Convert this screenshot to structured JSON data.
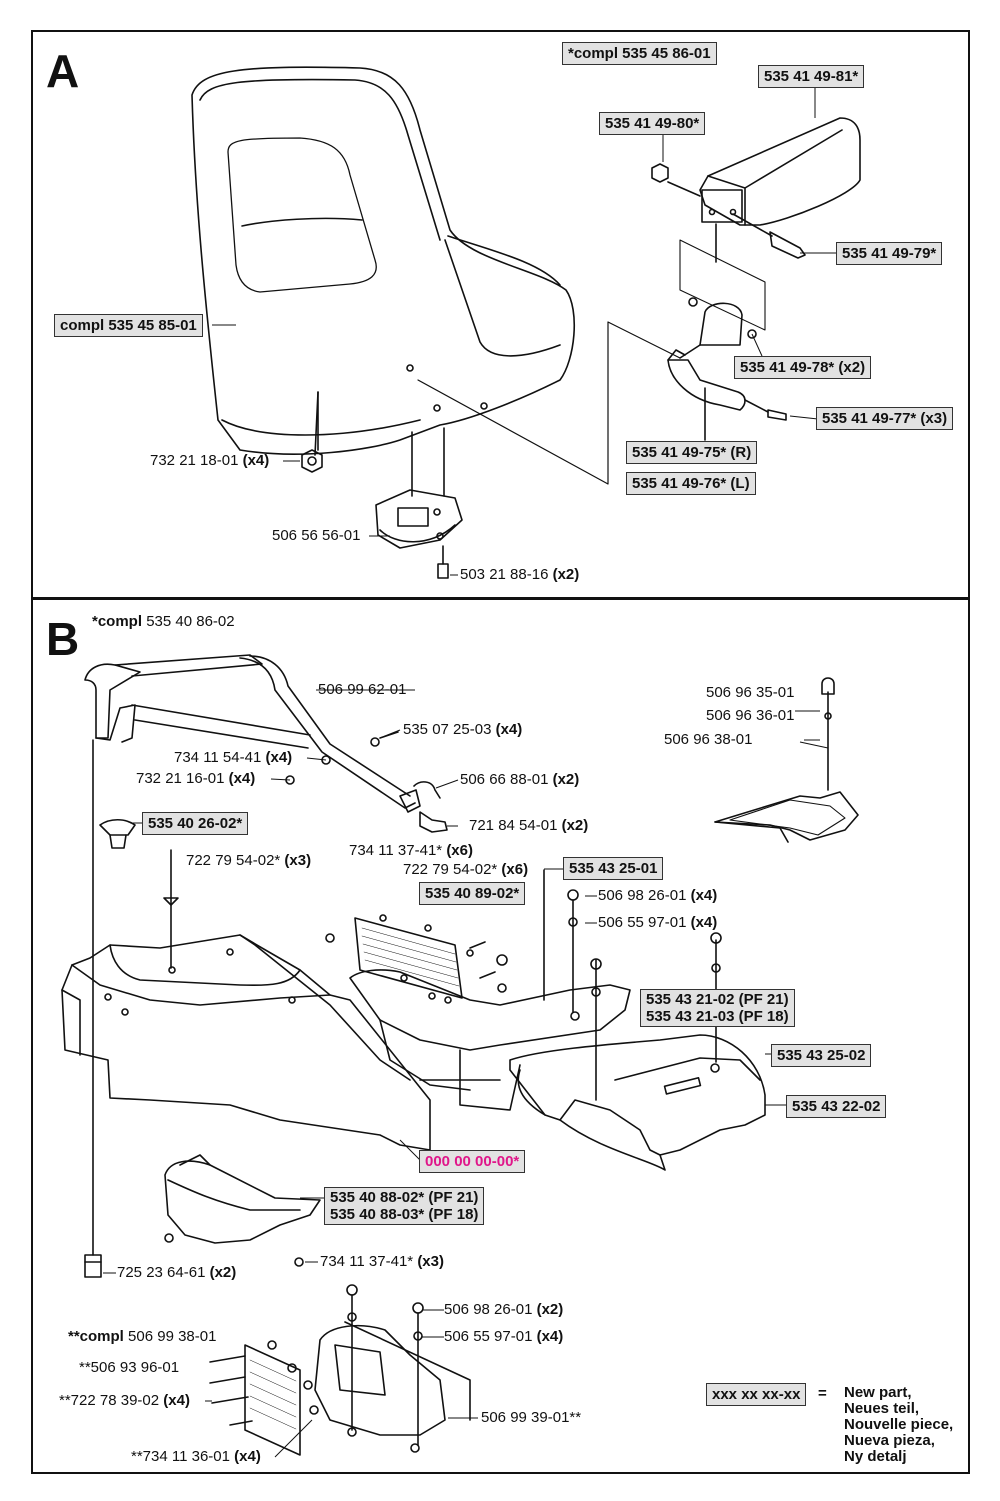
{
  "sections": {
    "a": "A",
    "b": "B"
  },
  "panel_a": {
    "compl_header": "*compl 535 45 86-01",
    "seat_compl": "compl 535 45 85-01",
    "p_49_81": "535 41 49-81*",
    "p_49_80": "535 41 49-80*",
    "p_49_79": "535 41 49-79*",
    "p_49_78": "535 41 49-78* (x2)",
    "p_49_77": "535 41 49-77* (x3)",
    "p_49_75": "535 41 49-75* (R)",
    "p_49_76": "535 41 49-76* (L)",
    "nut_num": "732 21 18-01",
    "nut_qty": "(x4)",
    "switch": "506 56 56-01",
    "screw_num": "503 21 88-16",
    "screw_qty": "(x2)"
  },
  "panel_b": {
    "header_bold": "*compl",
    "header_num": "535 40 86-02",
    "handle": "506 99 62-01",
    "p_07_25_num": "535 07 25-03",
    "p_07_25_qty": "(x4)",
    "p_54_41_num": "734 11 54-41",
    "p_54_41_qty": "(x4)",
    "p_16_01_num": "732 21 16-01",
    "p_16_01_qty": "(x4)",
    "p_88_01_num": "506 66 88-01",
    "p_88_01_qty": "(x2)",
    "p_54_01_num": "721 84 54-01",
    "p_54_01_qty": "(x2)",
    "p_26_02": "535 40 26-02*",
    "p_79_54_a_num": "722 79 54-02*",
    "p_79_54_a_qty": "(x3)",
    "p_37_41_a_num": "734 11 37-41*",
    "p_37_41_a_qty": "(x6)",
    "p_79_54_b_num": "722 79 54-02*",
    "p_79_54_b_qty": "(x6)",
    "p_89_02": "535 40 89-02*",
    "p_25_01": "535 43 25-01",
    "p_26_01_a_num": "506 98 26-01",
    "p_26_01_a_qty": "(x4)",
    "p_97_01_a_num": "506 55 97-01",
    "p_97_01_a_qty": "(x4)",
    "p_21_02": "535 43 21-02 (PF 21)",
    "p_21_03": "535 43 21-03 (PF 18)",
    "p_25_02": "535 43 25-02",
    "p_22_02": "535 43 22-02",
    "p_35_01": "506 96 35-01",
    "p_36_01": "506 96 36-01",
    "p_38_01": "506 96 38-01",
    "new_part": "000 00 00-00*",
    "p_88_02": "535 40 88-02* (PF 21)",
    "p_88_03": "535 40 88-03* (PF 18)",
    "p_64_61_num": "725 23 64-61",
    "p_64_61_qty": "(x2)",
    "p_37_41_b_num": "734 11 37-41*",
    "p_37_41_b_qty": "(x3)",
    "sub_compl_bold": "**compl",
    "sub_compl_num": "506 99 38-01",
    "p_96_01": "**506 93 96-01",
    "p_39_02_num": "**722 78 39-02",
    "p_39_02_qty": "(x4)",
    "p_36_01b_num": "**734 11 36-01",
    "p_36_01b_qty": "(x4)",
    "p_26_01_b_num": "506 98 26-01",
    "p_26_01_b_qty": "(x2)",
    "p_97_01_b_num": "506 55 97-01",
    "p_97_01_b_qty": "(x4)",
    "p_39_01": "506 99 39-01**"
  },
  "legend": {
    "code": "xxx xx xx-xx",
    "equals": "=",
    "lines": [
      "New part,",
      "Neues teil,",
      "Nouvelle piece,",
      "Nueva pieza,",
      "Ny detalj"
    ]
  },
  "colors": {
    "label_fill": "#e2e2e2",
    "new_part_text": "#e0168a",
    "line": "#111111"
  }
}
